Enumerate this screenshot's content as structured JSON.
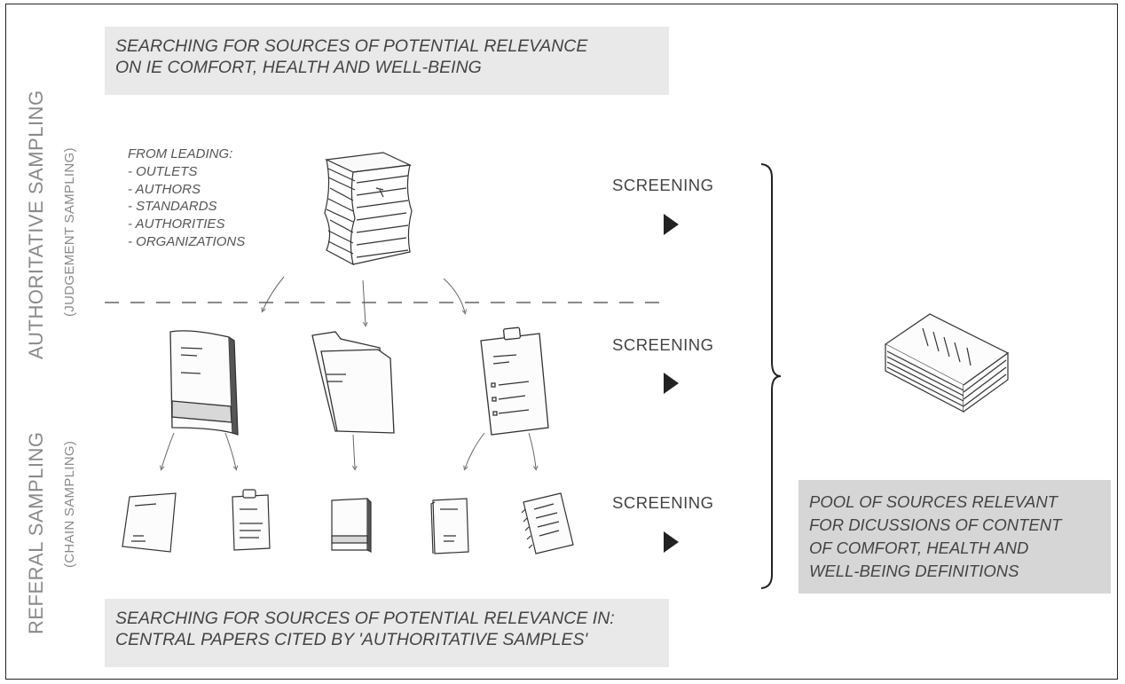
{
  "sidebar": {
    "authoritative_label": "AUTHORITATIVE SAMPLING",
    "authoritative_sub": "(JUDGEMENT SAMPLING)",
    "referral_label": "REFERAL SAMPLING",
    "referral_sub": "(CHAIN SAMPLING)"
  },
  "top_box": {
    "line1": "SEARCHING FOR SOURCES OF POTENTIAL RELEVANCE",
    "line2": "ON IE COMFORT, HEALTH AND WELL-BEING"
  },
  "leading": {
    "heading": "FROM LEADING:",
    "items": [
      "- OUTLETS",
      "- AUTHORS",
      "- STANDARDS",
      "- AUTHORITIES",
      "- ORGANIZATIONS"
    ]
  },
  "screening_labels": [
    "SCREENING",
    "SCREENING",
    "SCREENING"
  ],
  "bottom_box": {
    "line1": "SEARCHING FOR SOURCES OF POTENTIAL RELEVANCE IN:",
    "line2": "CENTRAL PAPERS CITED BY 'AUTHORITATIVE SAMPLES'"
  },
  "pool_box": {
    "lines": [
      "POOL OF SOURCES RELEVANT",
      "FOR DICUSSIONS OF CONTENT",
      "OF COMFORT, HEALTH AND",
      "WELL-BEING DEFINITIONS"
    ]
  },
  "icons": {
    "source_stack": "paper-stack-icon",
    "tier2": [
      "book-icon",
      "folder-icon",
      "clipboard-icon"
    ],
    "tier3": [
      "document-icon",
      "clipboard-icon",
      "book-icon",
      "document-icon",
      "notepad-icon"
    ],
    "pool": "paper-pile-icon"
  }
}
